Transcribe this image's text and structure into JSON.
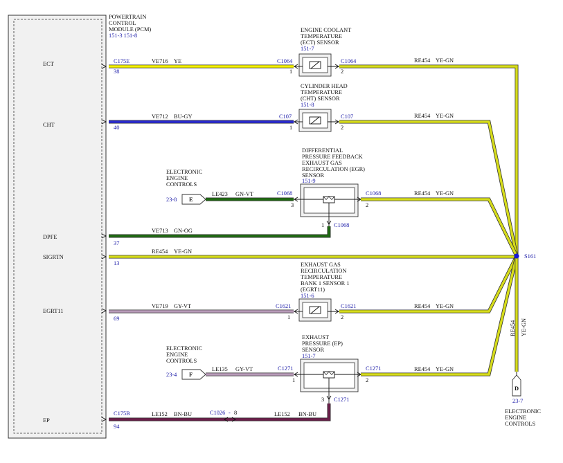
{
  "pcm": {
    "title_lines": [
      "POWERTRAIN",
      "CONTROL",
      "MODULE (PCM)"
    ],
    "ref": "151-3  151-8",
    "signals": [
      {
        "name": "ECT",
        "pin": "38",
        "connector": "C175E"
      },
      {
        "name": "CHT",
        "pin": "40",
        "connector": ""
      },
      {
        "name": "DPFE",
        "pin": "37",
        "connector": ""
      },
      {
        "name": "SIGRTN",
        "pin": "13",
        "connector": ""
      },
      {
        "name": "EGRT11",
        "pin": "69",
        "connector": ""
      },
      {
        "name": "EP",
        "pin": "94",
        "connector": "C175B"
      }
    ]
  },
  "wires": {
    "ect": {
      "circuit": "VE716",
      "color": "YE"
    },
    "cht": {
      "circuit": "VE712",
      "color": "BU-GY"
    },
    "dpfe": {
      "circuit": "VE713",
      "color": "GN-OG"
    },
    "sigrtn": {
      "circuit": "RE454",
      "color": "YE-GN"
    },
    "egrt": {
      "circuit": "VE719",
      "color": "GY-VT"
    },
    "ep_a": {
      "circuit": "LE152",
      "color": "BN-BU"
    },
    "ep_b": {
      "circuit": "LE152",
      "color": "BN-BU"
    },
    "egr_e": {
      "circuit": "LE423",
      "color": "GN-VT"
    },
    "ep_f": {
      "circuit": "LE135",
      "color": "GY-VT"
    },
    "ret1": {
      "circuit": "RE454",
      "color": "YE-GN"
    },
    "ret2": {
      "circuit": "RE454",
      "color": "YE-GN"
    },
    "ret3": {
      "circuit": "RE454",
      "color": "YE-GN"
    },
    "ret4": {
      "circuit": "RE454",
      "color": "YE-GN"
    },
    "ret5": {
      "circuit": "RE454",
      "color": "YE-GN"
    },
    "ret_down": {
      "circuit": "RE454",
      "color": "YE-GN"
    }
  },
  "sensors": {
    "ect": {
      "lines": [
        "ENGINE COOLANT",
        "TEMPERATURE",
        "(ECT) SENSOR"
      ],
      "ref": "151-7",
      "conn_left": "C1064",
      "conn_right": "C1064",
      "pin1": "1",
      "pin2": "2"
    },
    "cht": {
      "lines": [
        "CYLINDER HEAD",
        "TEMPERATURE",
        "(CHT) SENSOR"
      ],
      "ref": "151-8",
      "conn_left": "C107",
      "conn_right": "C107",
      "pin1": "1",
      "pin2": "2"
    },
    "egr": {
      "lines": [
        "DIFFERENTIAL",
        "PRESSURE FEEDBACK",
        "EXHAUST GAS",
        "RECIRCULATION (EGR)",
        "SENSOR"
      ],
      "ref": "151-9",
      "conn_left": "C1068",
      "conn_right": "C1068",
      "conn_bottom": "C1068",
      "pin1": "1",
      "pin2": "2",
      "pin3": "3"
    },
    "egrt": {
      "lines": [
        "EXHAUST GAS",
        "RECIRCULATION",
        "TEMPERATURE",
        "BANK 1 SENSOR 1",
        "(EGRT11)"
      ],
      "ref": "151-6",
      "conn_left": "C1621",
      "conn_right": "C1621",
      "pin1": "1",
      "pin2": "2"
    },
    "ep": {
      "lines": [
        "EXHAUST",
        "PRESSURE (EP)",
        "SENSOR"
      ],
      "ref": "151-7",
      "conn_left": "C1271",
      "conn_right": "C1271",
      "conn_bottom": "C1271",
      "pin1": "1",
      "pin2": "2",
      "pin3": "3"
    }
  },
  "inline": {
    "connector": "C1026",
    "pin": "8",
    "dash": "-"
  },
  "offpage": {
    "e": {
      "letter": "E",
      "ref": "23-8",
      "lines": [
        "ELECTRONIC",
        "ENGINE",
        "CONTROLS"
      ]
    },
    "f": {
      "letter": "F",
      "ref": "23-4",
      "lines": [
        "ELECTRONIC",
        "ENGINE",
        "CONTROLS"
      ]
    },
    "d": {
      "letter": "D",
      "ref": "23-7",
      "lines": [
        "ELECTRONIC",
        "ENGINE",
        "CONTROLS"
      ]
    }
  },
  "splice": {
    "label": "S161"
  },
  "colors": {
    "ye": "#f3ef00",
    "ye_gn": "#d6dc1a",
    "bu_gy": "#2a2ad0",
    "gn_og": "#1f6a12",
    "gy_vt": "#b79ab8",
    "bn_bu": "#6b1f4a",
    "label_blue": "#1a1aa8",
    "splice_blue": "#1515d8"
  }
}
